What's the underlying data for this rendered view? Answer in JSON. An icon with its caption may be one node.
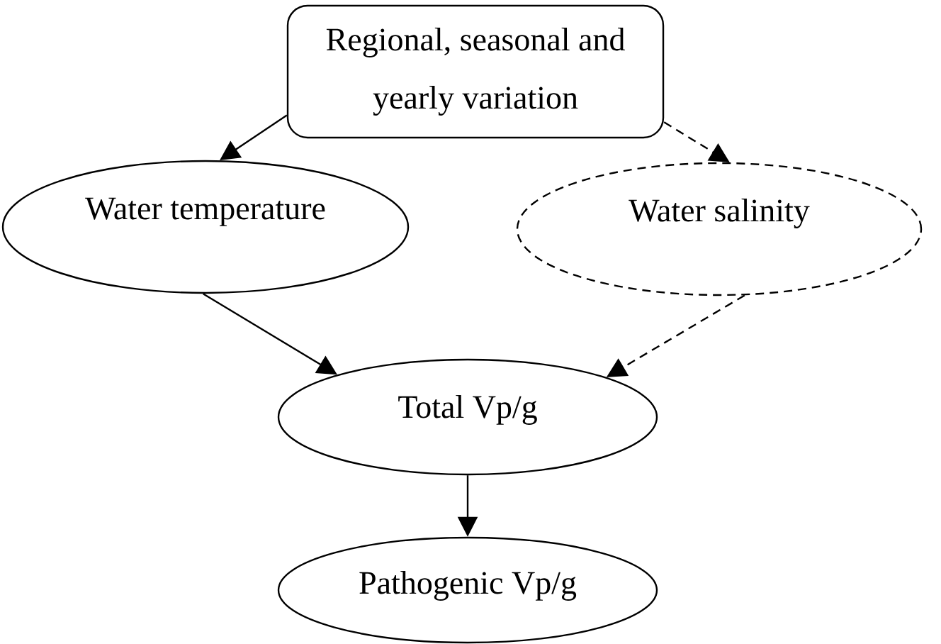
{
  "diagram": {
    "nodes": [
      {
        "text": [
          "Regional, seasonal and yearly variation"
        ]
      },
      {
        "text": [
          "Water temperature"
        ]
      },
      {
        "text": [
          "Water salinity"
        ]
      },
      {
        "text": [
          "Total Vp/g"
        ]
      },
      {
        "text": [
          "Pathogenic Vp/g"
        ]
      }
    ],
    "edges": [
      {
        "from": 0,
        "to": 1,
        "arrow": "to"
      },
      {
        "from": 0,
        "to": 2,
        "arrow": "to",
        "style": "dashed"
      },
      {
        "from": 1,
        "to": 3,
        "arrow": "to"
      },
      {
        "from": 2,
        "to": 3,
        "arrow": "to",
        "style": "dashed"
      },
      {
        "from": 3,
        "to": 4,
        "arrow": "to"
      }
    ]
  }
}
